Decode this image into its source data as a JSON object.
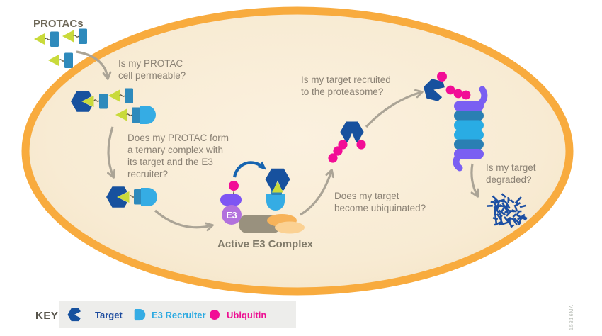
{
  "title": "PROTACs",
  "questions": {
    "permeable": "Is my PROTAC\ncell permeable?",
    "ternary": "Does my PROTAC form\na ternary complex with\nits target and the E3\nrecruiter?",
    "ubiquitinated": "Does my target\nbecome ubiquinated?",
    "recruited": "Is my target recruited\nto the proteasome?",
    "degraded": "Is my target\ndegraded?"
  },
  "active_complex": {
    "label": "Active E3 Complex",
    "e3_badge": "E3"
  },
  "key": {
    "heading": "KEY",
    "items": [
      {
        "label": "Target",
        "color": "#1b4a9e"
      },
      {
        "label": "E3 Recruiter",
        "color": "#2ba9e1"
      },
      {
        "label": "Ubiquitin",
        "color": "#ed0f92"
      }
    ]
  },
  "watermark": "15316MA",
  "colors": {
    "target_blue": "#17519e",
    "e3_recruiter_blue": "#35ace4",
    "linker_blue": "#2e8abc",
    "ligand_lime": "#c9da3b",
    "ubiquitin_magenta": "#f20d96",
    "membrane_orange": "#f8ab3e",
    "cell_fill": "#f7e9d0",
    "e3_ligase_purple": "#7e55f3",
    "e3_circle_purple": "#b271dd",
    "proteasome_purple": "#7a5ff2",
    "proteasome_teal": "#2a7fb3",
    "proteasome_cyan": "#29ace4",
    "arrow_gray": "#aba496",
    "question_text": "#8a8174"
  }
}
